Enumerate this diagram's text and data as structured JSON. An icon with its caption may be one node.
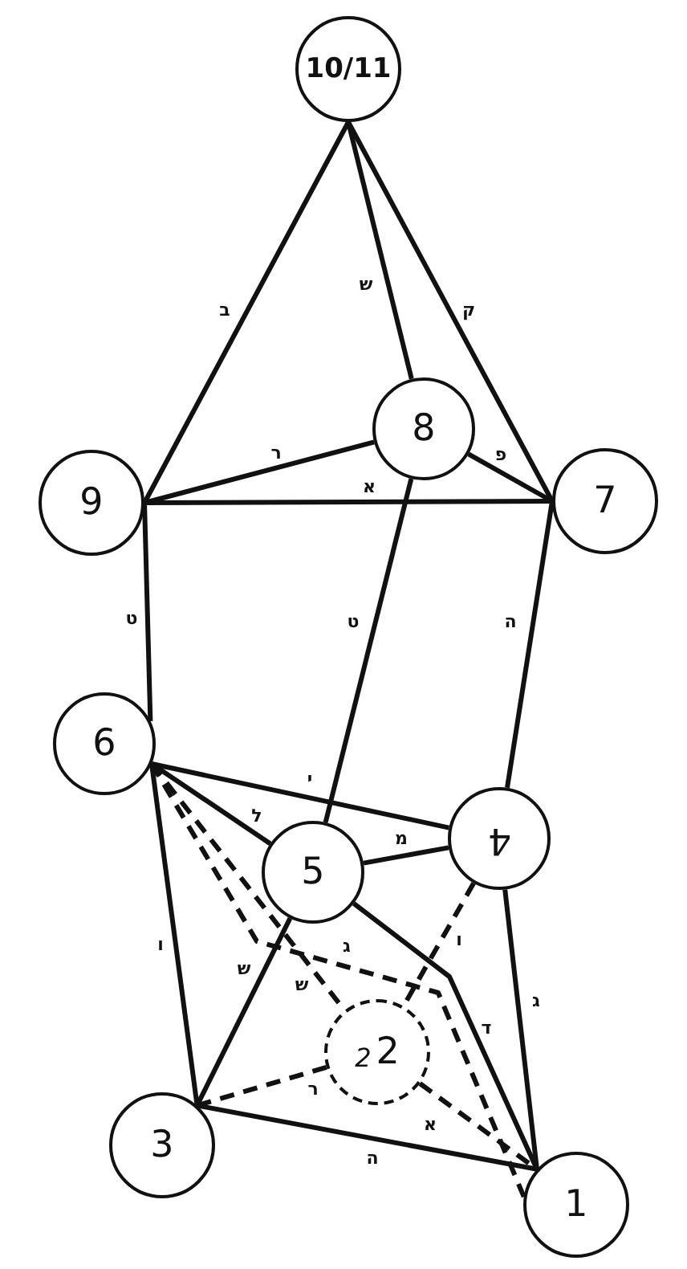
{
  "diagram": {
    "nodes": [
      {
        "text": [
          "10/11"
        ]
      },
      {
        "text": [
          "8"
        ]
      },
      {
        "text": [
          "9"
        ]
      },
      {
        "text": [
          "7"
        ]
      },
      {
        "text": [
          "6"
        ]
      },
      {
        "text": [
          "4"
        ]
      },
      {
        "text": [
          "5"
        ]
      },
      {
        "text": [
          "2",
          "2"
        ]
      },
      {
        "text": [
          "3"
        ]
      },
      {
        "text": [
          "1"
        ]
      }
    ],
    "edges": [
      {
        "from": 0,
        "to": 2,
        "arrow": "none",
        "label": "ב"
      },
      {
        "from": 0,
        "to": 1,
        "arrow": "none",
        "label": "ש"
      },
      {
        "from": 0,
        "to": 3,
        "arrow": "none",
        "label": "ק"
      },
      {
        "from": 1,
        "to": 2,
        "arrow": "none",
        "label": "ר"
      },
      {
        "from": 1,
        "to": 3,
        "arrow": "none",
        "label": "פ"
      },
      {
        "from": 2,
        "to": 3,
        "arrow": "none",
        "label": "א"
      },
      {
        "from": 2,
        "to": 4,
        "arrow": "none",
        "label": "ט"
      },
      {
        "from": 1,
        "to": 6,
        "arrow": "none",
        "label": "ט"
      },
      {
        "from": 3,
        "to": 5,
        "arrow": "none",
        "label": "ה"
      },
      {
        "from": 4,
        "to": 5,
        "arrow": "none",
        "label": "י"
      },
      {
        "from": 6,
        "to": 5,
        "arrow": "none",
        "label": "מ"
      },
      {
        "from": 4,
        "to": 6,
        "arrow": "none",
        "label": "ל"
      },
      {
        "from": 6,
        "to": 9,
        "arrow": "none",
        "label": "ד"
      },
      {
        "from": 4,
        "to": 8,
        "arrow": "none",
        "label": "ו"
      },
      {
        "from": 6,
        "to": 8,
        "arrow": "none",
        "label": "ש"
      },
      {
        "from": 4,
        "to": 7,
        "arrow": "none",
        "label": "ש",
        "style": "dashed"
      },
      {
        "from": 7,
        "to": 9,
        "arrow": "none",
        "label": "א",
        "style": "dashed"
      },
      {
        "from": 4,
        "to": 9,
        "arrow": "none",
        "label": "ג",
        "style": "dashed"
      },
      {
        "from": 5,
        "to": 7,
        "arrow": "none",
        "label": "ו",
        "style": "dashed"
      },
      {
        "from": 8,
        "to": 7,
        "arrow": "none",
        "label": "ר",
        "style": "dashed"
      },
      {
        "from": 5,
        "to": 9,
        "arrow": "none",
        "label": "ג"
      },
      {
        "from": 8,
        "to": 9,
        "arrow": "none",
        "label": "ה"
      }
    ]
  }
}
